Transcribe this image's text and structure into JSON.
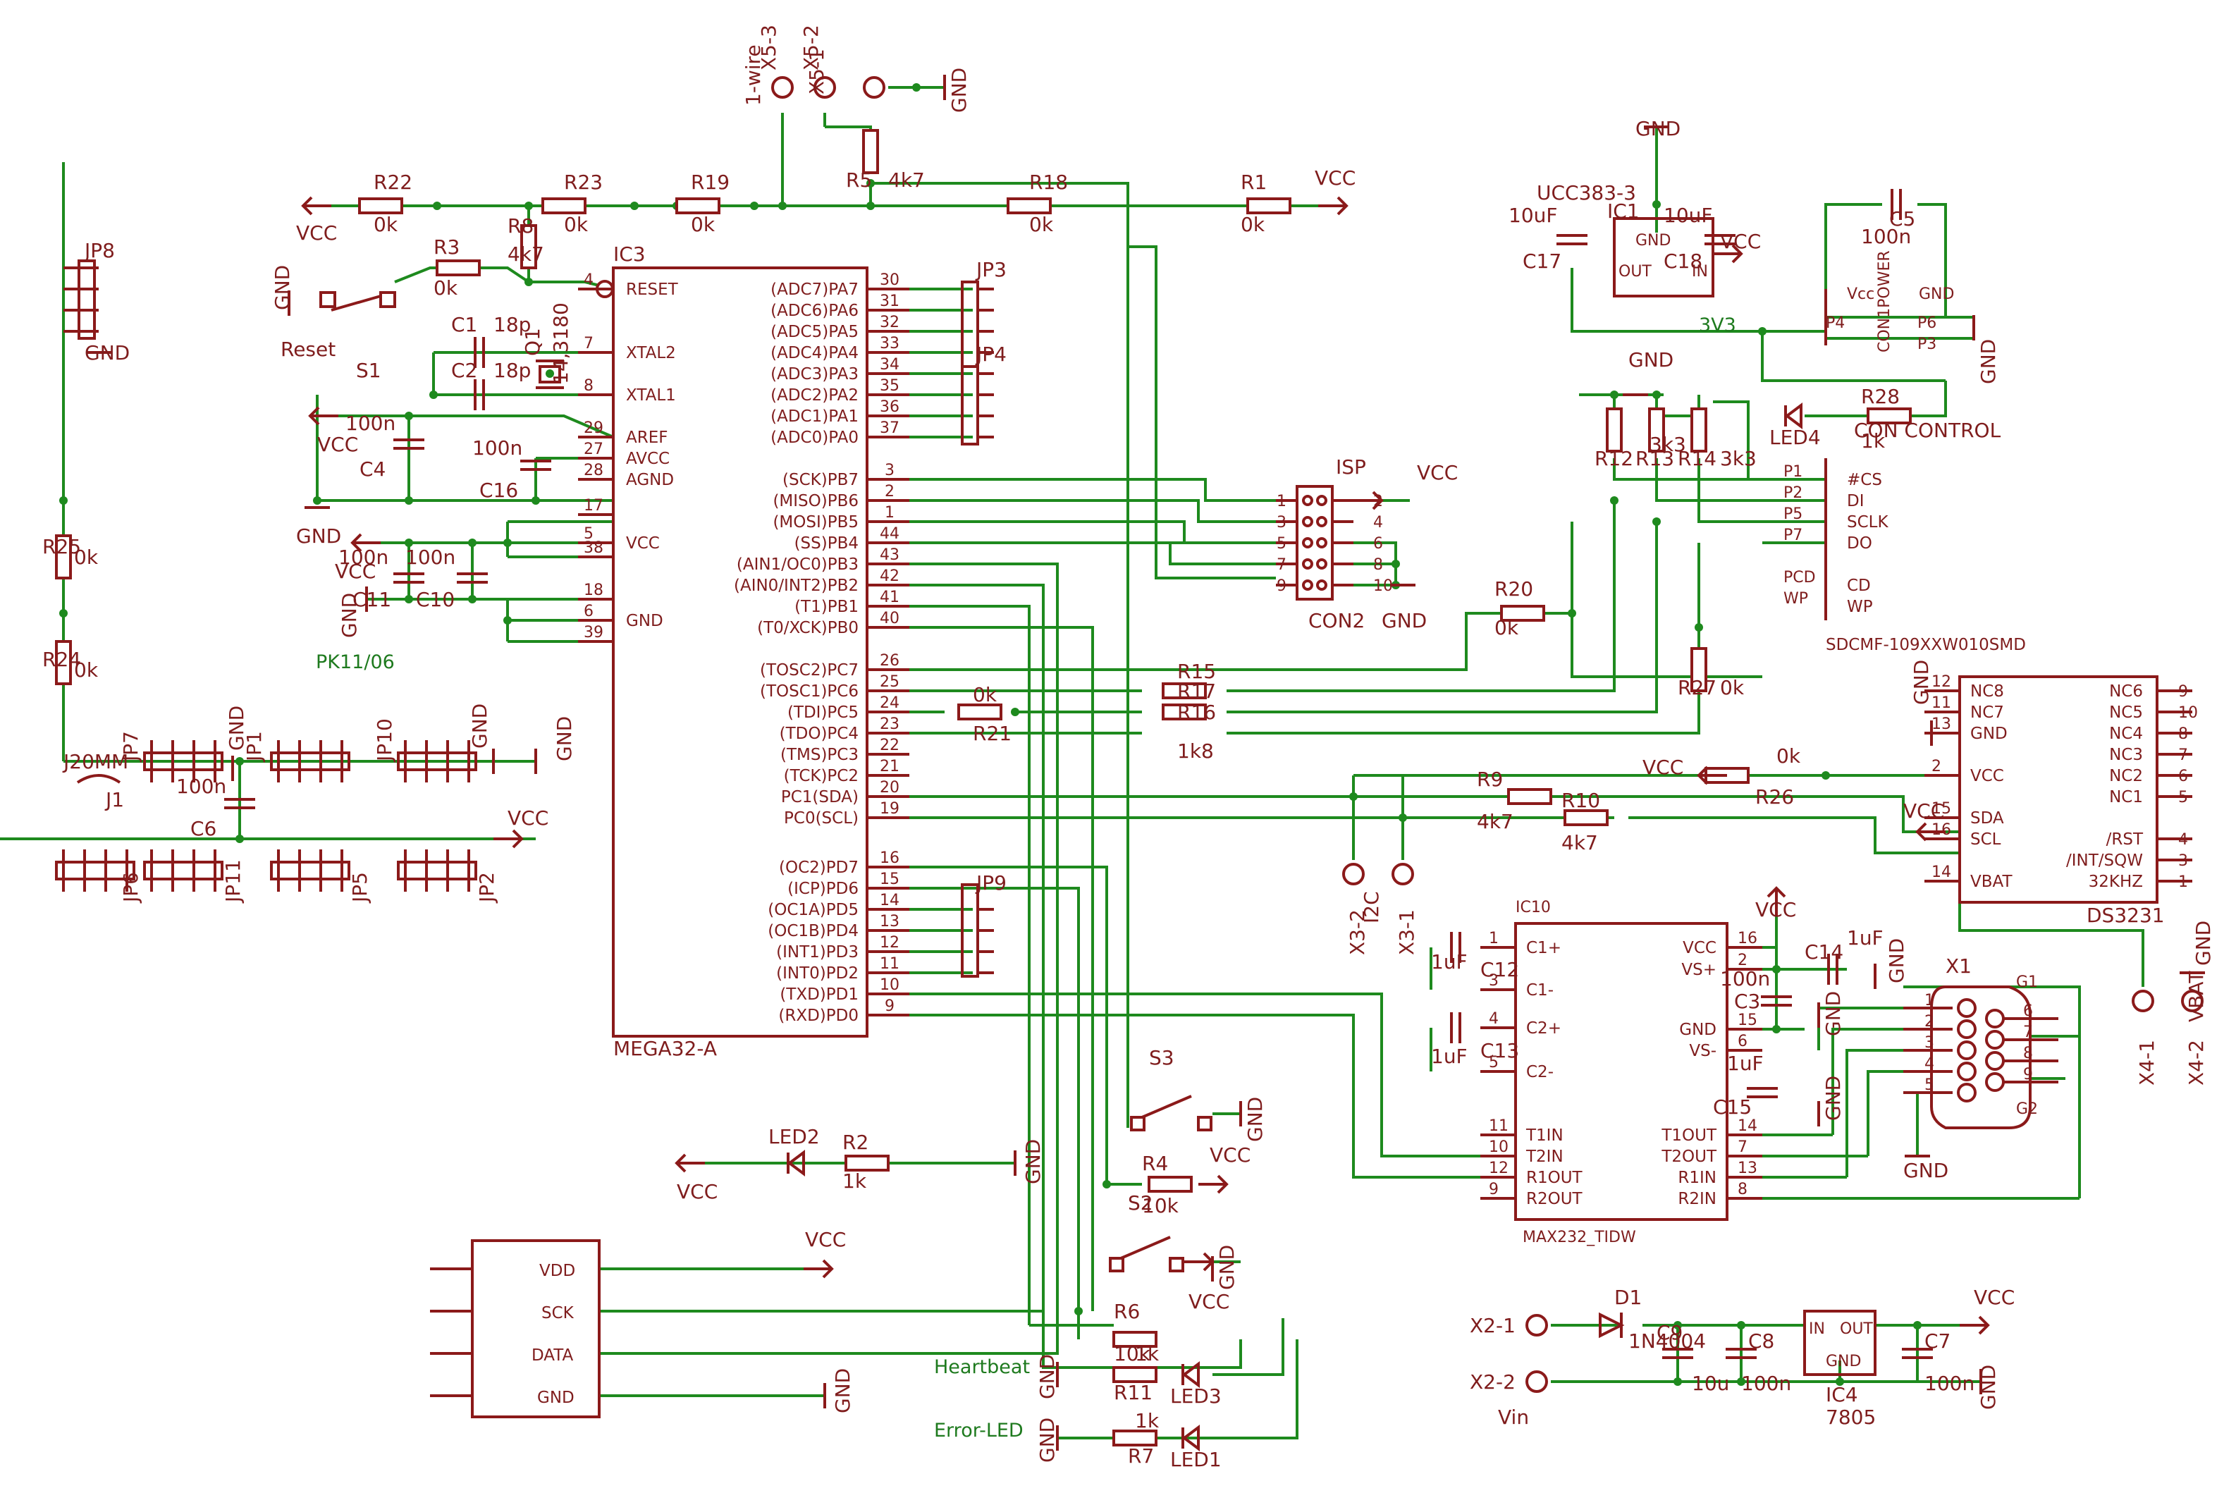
{
  "diagram_title": "",
  "mcu": {
    "name": "IC3",
    "part": "MEGA32-A",
    "left_pins": [
      {
        "num": "4",
        "label": "RESET"
      },
      {
        "num": "7",
        "label": "XTAL2"
      },
      {
        "num": "8",
        "label": "XTAL1"
      },
      {
        "num": "29",
        "label": "AREF"
      },
      {
        "num": "27",
        "label": "AVCC"
      },
      {
        "num": "28",
        "label": "AGND"
      },
      {
        "num": "17",
        "label": ""
      },
      {
        "num": "5",
        "label": "VCC"
      },
      {
        "num": "38",
        "label": ""
      },
      {
        "num": "18",
        "label": ""
      },
      {
        "num": "6",
        "label": "GND"
      },
      {
        "num": "39",
        "label": ""
      }
    ],
    "right_pins": [
      {
        "num": "30",
        "label": "(ADC7)PA7"
      },
      {
        "num": "31",
        "label": "(ADC6)PA6"
      },
      {
        "num": "32",
        "label": "(ADC5)PA5"
      },
      {
        "num": "33",
        "label": "(ADC4)PA4"
      },
      {
        "num": "34",
        "label": "(ADC3)PA3"
      },
      {
        "num": "35",
        "label": "(ADC2)PA2"
      },
      {
        "num": "36",
        "label": "(ADC1)PA1"
      },
      {
        "num": "37",
        "label": "(ADC0)PA0"
      },
      {
        "num": "3",
        "label": "(SCK)PB7"
      },
      {
        "num": "2",
        "label": "(MISO)PB6"
      },
      {
        "num": "1",
        "label": "(MOSI)PB5"
      },
      {
        "num": "44",
        "label": "(SS)PB4"
      },
      {
        "num": "43",
        "label": "(AIN1/OC0)PB3"
      },
      {
        "num": "42",
        "label": "(AIN0/INT2)PB2"
      },
      {
        "num": "41",
        "label": "(T1)PB1"
      },
      {
        "num": "40",
        "label": "(T0/XCK)PB0"
      },
      {
        "num": "26",
        "label": "(TOSC2)PC7"
      },
      {
        "num": "25",
        "label": "(TOSC1)PC6"
      },
      {
        "num": "24",
        "label": "(TDI)PC5"
      },
      {
        "num": "23",
        "label": "(TDO)PC4"
      },
      {
        "num": "22",
        "label": "(TMS)PC3"
      },
      {
        "num": "21",
        "label": "(TCK)PC2"
      },
      {
        "num": "20",
        "label": "PC1(SDA)"
      },
      {
        "num": "19",
        "label": "PC0(SCL)"
      },
      {
        "num": "16",
        "label": "(OC2)PD7"
      },
      {
        "num": "15",
        "label": "(ICP)PD6"
      },
      {
        "num": "14",
        "label": "(OC1A)PD5"
      },
      {
        "num": "13",
        "label": "(OC1B)PD4"
      },
      {
        "num": "12",
        "label": "(INT1)PD3"
      },
      {
        "num": "11",
        "label": "(INT0)PD2"
      },
      {
        "num": "10",
        "label": "(TXD)PD1"
      },
      {
        "num": "9",
        "label": "(RXD)PD0"
      }
    ]
  },
  "max232": {
    "name": "IC10",
    "part": "MAX232_TIDW",
    "left_pins": [
      {
        "num": "1",
        "label": "C1+"
      },
      {
        "num": "3",
        "label": "C1-"
      },
      {
        "num": "4",
        "label": "C2+"
      },
      {
        "num": "5",
        "label": "C2-"
      },
      {
        "num": "11",
        "label": "T1IN"
      },
      {
        "num": "10",
        "label": "T2IN"
      },
      {
        "num": "12",
        "label": "R1OUT"
      },
      {
        "num": "9",
        "label": "R2OUT"
      }
    ],
    "right_pins": [
      {
        "num": "16",
        "label": "VCC"
      },
      {
        "num": "2",
        "label": "VS+"
      },
      {
        "num": "15",
        "label": "GND"
      },
      {
        "num": "6",
        "label": "VS-"
      },
      {
        "num": "14",
        "label": "T1OUT"
      },
      {
        "num": "7",
        "label": "T2OUT"
      },
      {
        "num": "13",
        "label": "R1IN"
      },
      {
        "num": "8",
        "label": "R2IN"
      }
    ]
  },
  "rtc": {
    "part": "DS3231",
    "left_pins": [
      {
        "num": "12",
        "label": "NC8"
      },
      {
        "num": "11",
        "label": "NC7"
      },
      {
        "num": "13",
        "label": "GND"
      },
      {
        "num": "2",
        "label": "VCC"
      },
      {
        "num": "15",
        "label": "SDA"
      },
      {
        "num": "16",
        "label": "SCL"
      },
      {
        "num": "14",
        "label": "VBAT"
      }
    ],
    "right_pins": [
      {
        "num": "9",
        "label": "NC6"
      },
      {
        "num": "10",
        "label": "NC5"
      },
      {
        "num": "8",
        "label": "NC4"
      },
      {
        "num": "7",
        "label": "NC3"
      },
      {
        "num": "6",
        "label": "NC2"
      },
      {
        "num": "5",
        "label": "NC1"
      },
      {
        "num": "4",
        "label": "/RST"
      },
      {
        "num": "3",
        "label": "/INT/SQW"
      },
      {
        "num": "1",
        "label": "32KHZ"
      }
    ]
  },
  "sdcard": {
    "part": "SDCMF-109XXW010SMD",
    "pins": [
      {
        "num": "P1",
        "label": "#CS"
      },
      {
        "num": "P2",
        "label": "DI"
      },
      {
        "num": "P5",
        "label": "SCLK"
      },
      {
        "num": "P7",
        "label": "DO"
      },
      {
        "num": "PCD",
        "label": "CD"
      },
      {
        "num": "WP",
        "label": "WP"
      }
    ],
    "power_pins": [
      {
        "num": "P4",
        "label": "Vcc"
      },
      {
        "num": "P6",
        "label": "GND"
      },
      {
        "num": "P3",
        "label": ""
      }
    ],
    "power_note": "CON1POWER"
  },
  "sensor": {
    "pins": [
      "VDD",
      "SCK",
      "DATA",
      "GND"
    ]
  },
  "isp": {
    "name": "ISP",
    "part": "CON2",
    "left_nums": [
      "1",
      "3",
      "5",
      "7",
      "9"
    ],
    "right_nums": [
      "2",
      "4",
      "6",
      "8",
      "10"
    ]
  },
  "db9": {
    "name": "X1",
    "left_nums": [
      "1",
      "2",
      "3",
      "4",
      "5"
    ],
    "right_nums": [
      "6",
      "7",
      "8",
      "9"
    ],
    "g1": "G1",
    "g2": "G2"
  },
  "regulator_ucc": {
    "name": "IC1",
    "part": "UCC383-3",
    "gnd": "GND",
    "out": "OUT",
    "in": "IN"
  },
  "regulator_7805": {
    "name": "IC4",
    "part": "7805",
    "in": "IN",
    "out": "OUT",
    "gnd": "GND"
  },
  "resistors": [
    {
      "ref": "R22",
      "value": "0k"
    },
    {
      "ref": "R23",
      "value": "0k"
    },
    {
      "ref": "R19",
      "value": "0k"
    },
    {
      "ref": "R18",
      "value": "0k"
    },
    {
      "ref": "R1",
      "value": "0k"
    },
    {
      "ref": "R3",
      "value": "0k"
    },
    {
      "ref": "R8",
      "value": "4k7"
    },
    {
      "ref": "R5",
      "value": "4k7"
    },
    {
      "ref": "R25",
      "value": "0k"
    },
    {
      "ref": "R24",
      "value": "0k"
    },
    {
      "ref": "R21",
      "value": "0k"
    },
    {
      "ref": "R15",
      "value": "1k8"
    },
    {
      "ref": "R17",
      "value": ""
    },
    {
      "ref": "R16",
      "value": ""
    },
    {
      "ref": "R20",
      "value": "0k"
    },
    {
      "ref": "R9",
      "value": "4k7"
    },
    {
      "ref": "R10",
      "value": "4k7"
    },
    {
      "ref": "R26",
      "value": "0k"
    },
    {
      "ref": "R27",
      "value": "0k"
    },
    {
      "ref": "R28",
      "value": "1k"
    },
    {
      "ref": "R12",
      "value": ""
    },
    {
      "ref": "R13",
      "value": "3k3"
    },
    {
      "ref": "R14",
      "value": "3k3"
    },
    {
      "ref": "R2",
      "value": "1k"
    },
    {
      "ref": "R4",
      "value": "10k"
    },
    {
      "ref": "R6",
      "value": "10k"
    },
    {
      "ref": "R11",
      "value": "1k"
    },
    {
      "ref": "R7",
      "value": "1k"
    }
  ],
  "capacitors": [
    {
      "ref": "C1",
      "value": "18p"
    },
    {
      "ref": "C2",
      "value": "18p"
    },
    {
      "ref": "C4",
      "value": "100n"
    },
    {
      "ref": "C16",
      "value": "100n"
    },
    {
      "ref": "C11",
      "value": "100n"
    },
    {
      "ref": "C10",
      "value": "100n"
    },
    {
      "ref": "C6",
      "value": "100n"
    },
    {
      "ref": "C17",
      "value": "10uF"
    },
    {
      "ref": "C18",
      "value": "10uF"
    },
    {
      "ref": "C5",
      "value": "100n"
    },
    {
      "ref": "C12",
      "value": "1uF"
    },
    {
      "ref": "C13",
      "value": "1uF"
    },
    {
      "ref": "C14",
      "value": "1uF"
    },
    {
      "ref": "C3",
      "value": "100n"
    },
    {
      "ref": "C15",
      "value": "1uF"
    },
    {
      "ref": "C9",
      "value": "10u"
    },
    {
      "ref": "C8",
      "value": "100n"
    },
    {
      "ref": "C7",
      "value": "100n"
    }
  ],
  "crystal": {
    "ref": "Q1",
    "value": "14,3180"
  },
  "diode": {
    "ref": "D1",
    "value": "1N4004"
  },
  "leds": [
    "LED1",
    "LED2",
    "LED3",
    "LED4"
  ],
  "switches": [
    "S1",
    "S2",
    "S3"
  ],
  "reset_label": "Reset",
  "jumpers": [
    "JP1",
    "JP2",
    "JP3",
    "JP4",
    "JP5",
    "JP6",
    "JP7",
    "JP8",
    "JP9",
    "JP10",
    "JP11"
  ],
  "j1": {
    "ref": "J1",
    "value": "J20MM"
  },
  "testpoints": [
    {
      "ref": "X5-3",
      "label": "1-wire"
    },
    {
      "ref": "X5-2",
      "label": ""
    },
    {
      "ref": "X5-1",
      "label": ""
    },
    {
      "ref": "X3-2",
      "label": "I2C"
    },
    {
      "ref": "X3-1",
      "label": ""
    },
    {
      "ref": "X4-1",
      "label": ""
    },
    {
      "ref": "X4-2",
      "label": "VBAT"
    },
    {
      "ref": "X2-1",
      "label": ""
    },
    {
      "ref": "X2-2",
      "label": "Vin"
    }
  ],
  "nets": {
    "vcc": "VCC",
    "gnd": "GND",
    "v33": "3V3"
  },
  "notes": {
    "pk": "PK11/06",
    "heartbeat": "Heartbeat",
    "error_led": "Error-LED",
    "con_control": "CON CONTROL"
  },
  "colors": {
    "symbol": "#8b1a1a",
    "wire": "#1e8a1e",
    "text": "#7f1d1d",
    "note": "#1e7a1e",
    "background": "#ffffff"
  }
}
